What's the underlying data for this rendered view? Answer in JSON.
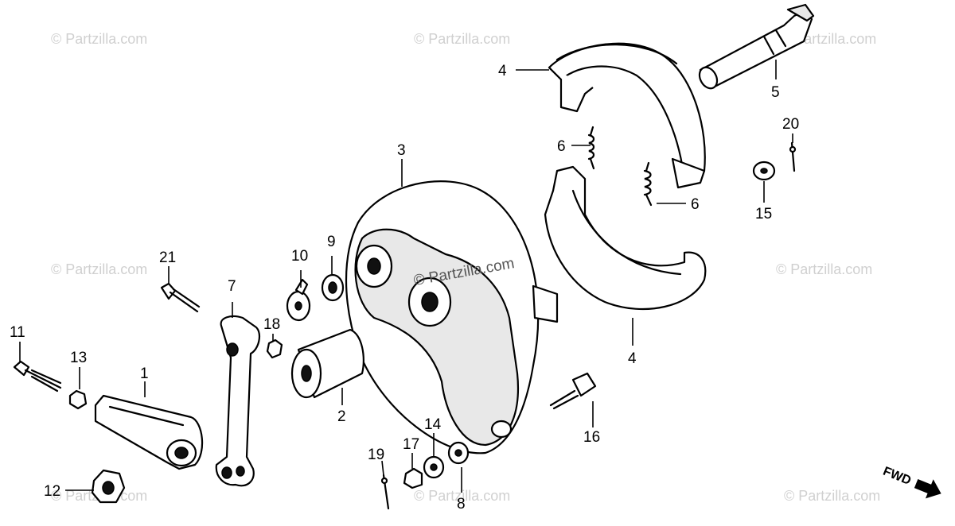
{
  "watermark": "© Partzilla.com",
  "watermark_center": "© Partzilla.com",
  "direction_label": "FWD",
  "callouts": {
    "c1": "1",
    "c2": "2",
    "c3": "3",
    "c4a": "4",
    "c4b": "4",
    "c5": "5",
    "c6a": "6",
    "c6b": "6",
    "c7": "7",
    "c8": "8",
    "c9": "9",
    "c10": "10",
    "c11": "11",
    "c12": "12",
    "c13": "13",
    "c14": "14",
    "c15": "15",
    "c16": "16",
    "c17": "17",
    "c18": "18",
    "c19": "19",
    "c20": "20",
    "c21": "21"
  }
}
